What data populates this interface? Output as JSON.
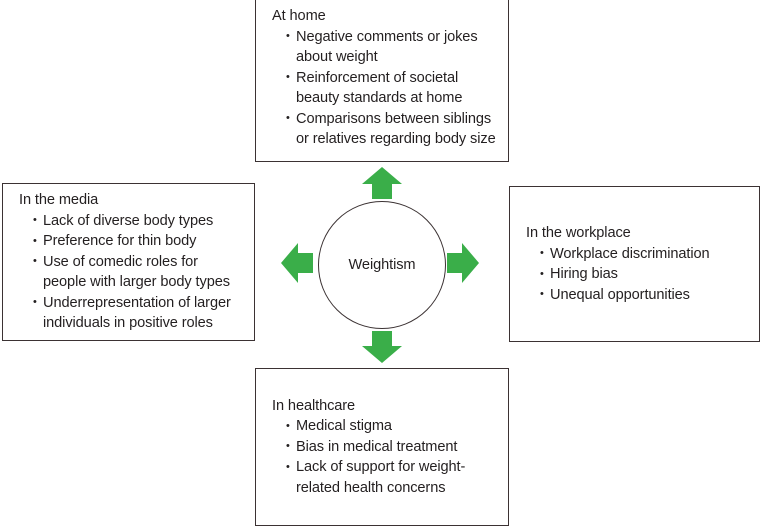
{
  "diagram": {
    "center": {
      "label": "Weightism",
      "shape": "circle"
    },
    "accent_color": "#3aae49",
    "outline_color": "#3b3233",
    "text_color": "#231f20",
    "panels": [
      {
        "id": "at-home",
        "position": "top",
        "title": "At home",
        "bullets": [
          "Negative comments or jokes about weight",
          "Reinforcement of societal beauty standards at home",
          "Comparisons between siblings or relatives regarding body size"
        ]
      },
      {
        "id": "in-the-media",
        "position": "left",
        "title": "In the media",
        "bullets": [
          "Lack of diverse body types",
          "Preference for thin body",
          "Use of comedic roles for people with larger body types",
          "Underrepresentation of larger individuals in positive roles"
        ]
      },
      {
        "id": "in-the-workplace",
        "position": "right",
        "title": "In the workplace",
        "bullets": [
          "Workplace discrimination",
          "Hiring bias",
          "Unequal opportunities"
        ]
      },
      {
        "id": "in-healthcare",
        "position": "bottom",
        "title": "In healthcare",
        "bullets": [
          "Medical stigma",
          "Bias in medical treatment",
          "Lack of support for weight-related health concerns"
        ]
      }
    ],
    "arrows": [
      {
        "id": "arrow-up",
        "direction": "up",
        "icon": "arrow-up-icon"
      },
      {
        "id": "arrow-right",
        "direction": "right",
        "icon": "arrow-right-icon"
      },
      {
        "id": "arrow-down",
        "direction": "down",
        "icon": "arrow-down-icon"
      },
      {
        "id": "arrow-left",
        "direction": "left",
        "icon": "arrow-left-icon"
      }
    ]
  }
}
